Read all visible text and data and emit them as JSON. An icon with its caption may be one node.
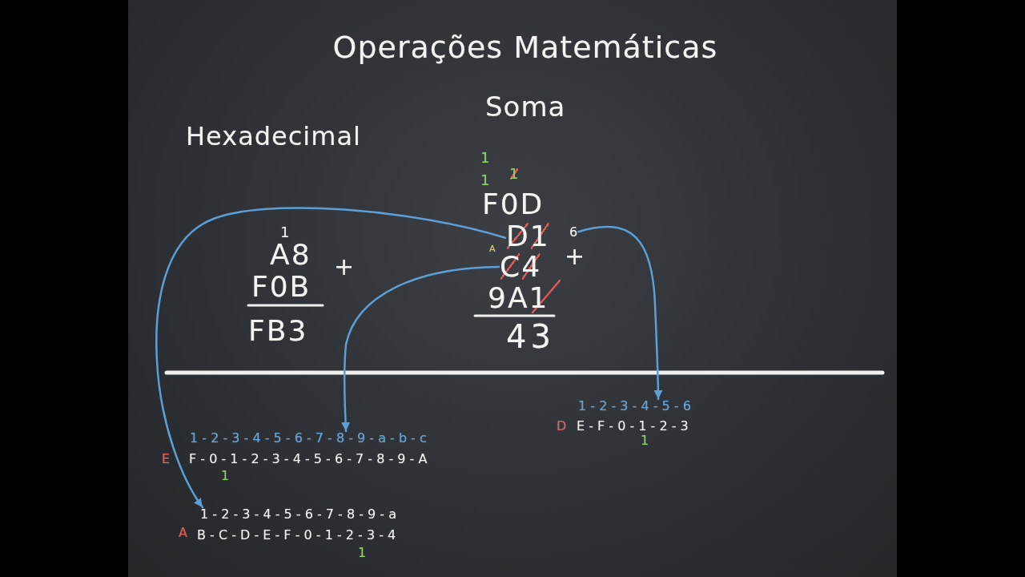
{
  "diagram": {
    "title": "Operações Matemáticas",
    "nodes": [
      {
        "text": [
          "D1"
        ]
      },
      {
        "text": [
          "C4"
        ]
      },
      {
        "text": [
          "6"
        ]
      },
      {
        "text": [
          "1 - 2 - 3 - 4 - 5 - 6"
        ]
      },
      {
        "text": [
          "1 - 2 - 3 - 4 - 5 - 6 - 7 - 8 - 9 - a - b - c"
        ]
      },
      {
        "text": [
          "1 - 2 - 3 - 4 - 5 - 6 - 7 - 8 - 9 - a"
        ]
      }
    ],
    "edges": [
      {
        "from": 0,
        "to": 5,
        "arrow": "to"
      },
      {
        "from": 1,
        "to": 4,
        "arrow": "to"
      },
      {
        "from": 2,
        "to": 3,
        "arrow": "to"
      }
    ],
    "labels": [
      "Soma",
      "Hexadecimal",
      "1",
      "1",
      "1",
      "F0D",
      "1",
      "A",
      "A8",
      "+",
      "+",
      "F0B",
      "9A1",
      "FB3",
      "43",
      "D",
      "E - F - 0 - 1 - 2 - 3",
      "1",
      "E",
      "F - 0 - 1 - 2 - 3 - 4 - 5 - 6 - 7 - 8 - 9 - A",
      "1",
      "A",
      "B - C - D - E - F - 0 - 1 - 2 - 3 - 4",
      "1"
    ]
  }
}
